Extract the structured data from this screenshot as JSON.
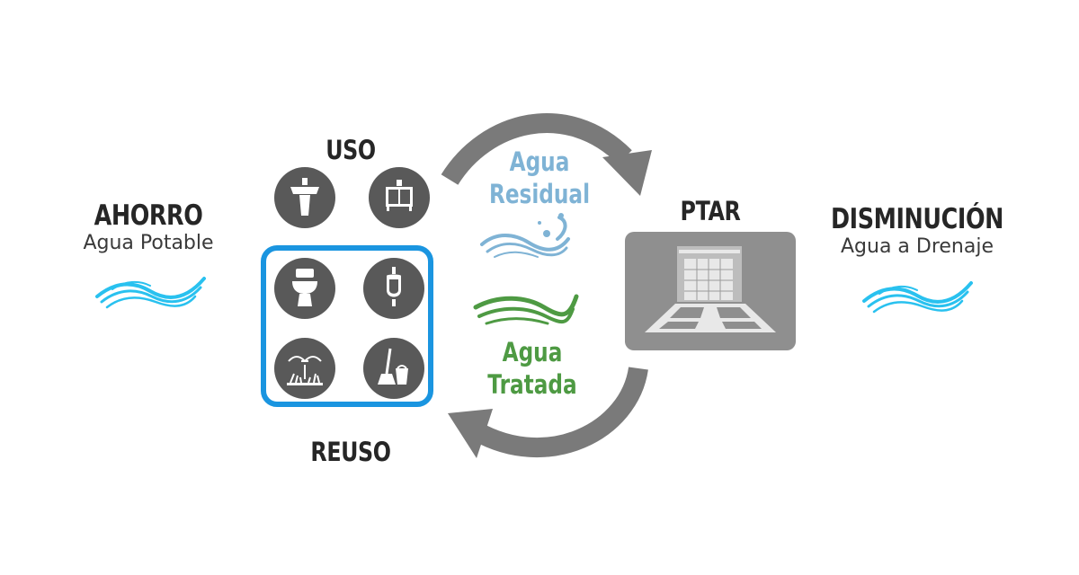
{
  "left": {
    "title": "AHORRO",
    "subtitle": "Agua Potable"
  },
  "right": {
    "title": "DISMINUCIÓN",
    "subtitle": "Agua a Drenaje"
  },
  "uso": {
    "title": "USO"
  },
  "reuso": {
    "title": "REUSO"
  },
  "ptar": {
    "title": "PTAR"
  },
  "flows": {
    "residual_line1": "Agua",
    "residual_line2": "Residual",
    "tratada_line1": "Agua",
    "tratada_line2": "Tratada"
  },
  "colors": {
    "residual": "#7fb3d5",
    "tratada": "#4e9a43",
    "wave": "#29c1ef",
    "reuse_border": "#1a95e0",
    "arrow": "#7a7a7a",
    "icon_bg": "#595959"
  },
  "icons": {
    "uso": [
      "sink-icon",
      "vanity-cabinet-icon"
    ],
    "reuso": [
      "toilet-icon",
      "urinal-icon",
      "sprinkler-icon",
      "mop-bucket-icon"
    ],
    "ptar": "treatment-plant-icon"
  }
}
